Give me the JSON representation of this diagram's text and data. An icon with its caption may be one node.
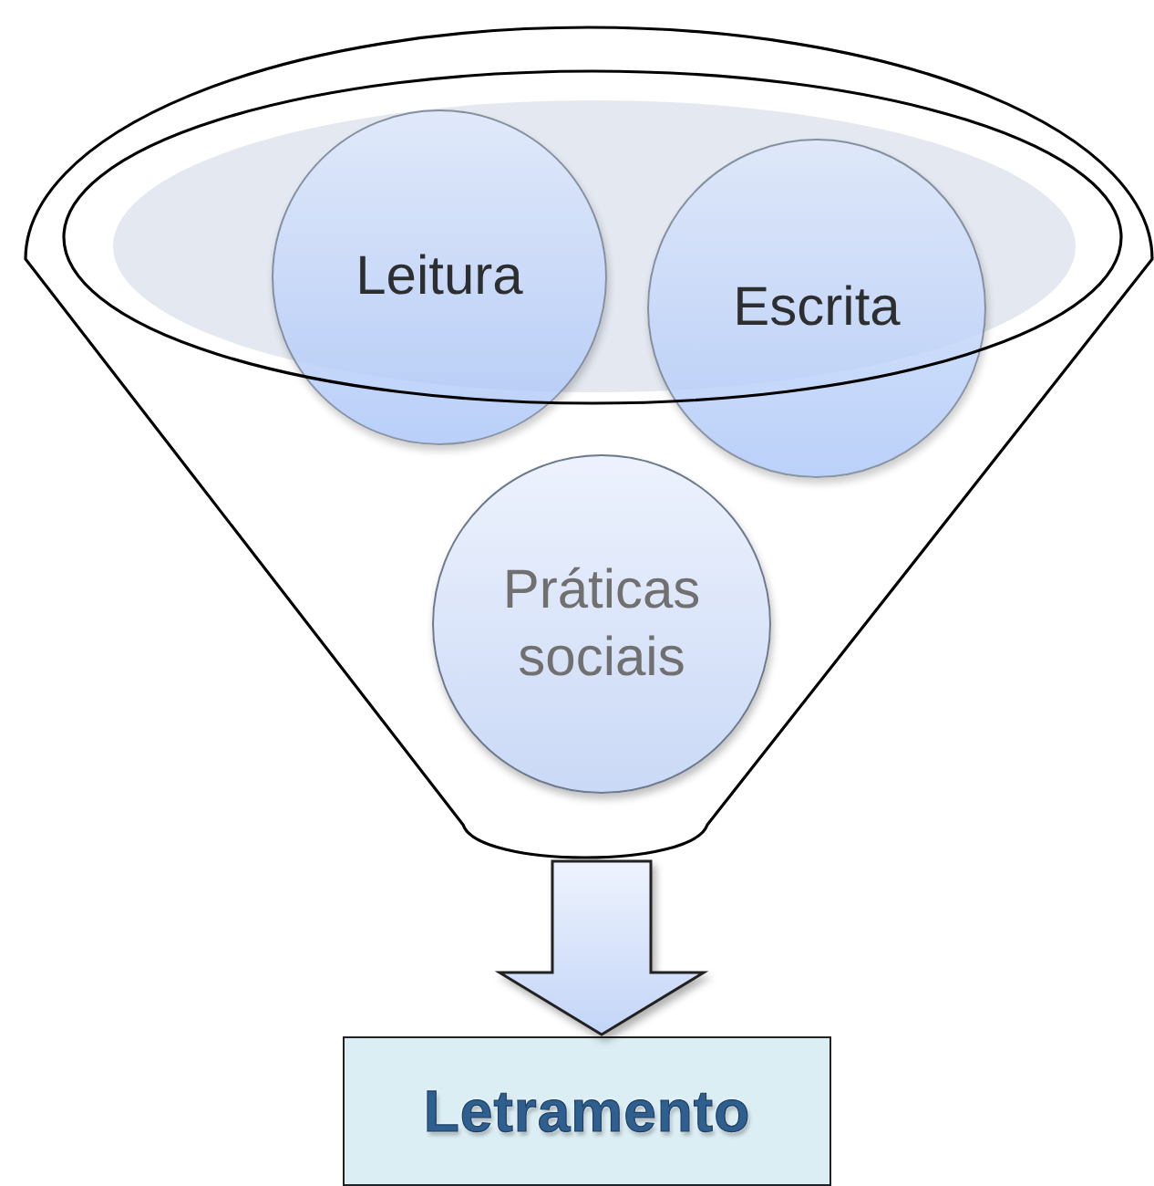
{
  "diagram": {
    "nodes": [
      {
        "text": [],
        "shape": "funnel"
      },
      {
        "text": [
          "Leitura"
        ],
        "in": 0
      },
      {
        "text": [
          "Escrita"
        ],
        "in": 0
      },
      {
        "text": [
          "Práticas sociais"
        ],
        "in": 0
      },
      {
        "text": [
          "Letramento"
        ]
      }
    ],
    "edges": [
      {
        "from": 0,
        "to": 4,
        "arrow": "to",
        "style": "thick"
      }
    ]
  }
}
